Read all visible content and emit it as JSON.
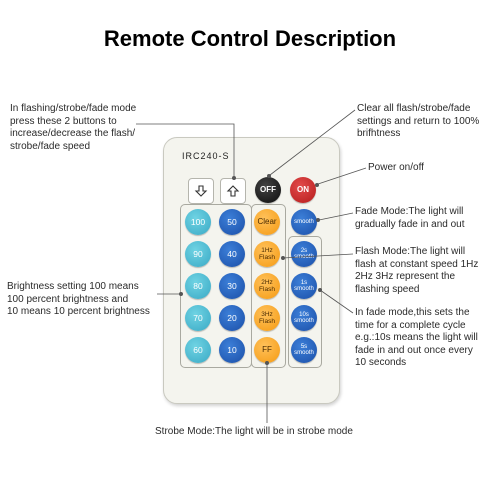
{
  "title": "Remote Control Description",
  "annotations": {
    "speed": "In flashing/strobe/fade mode\npress these 2 buttons to\nincrease/decrease the flash/\nstrobe/fade speed",
    "clear": "Clear all flash/strobe/fade\nsettings and return to 100%\nbrifhtness",
    "power": "Power on/off",
    "fade": "Fade Mode:The light will\ngradually fade in and out",
    "flash": "Flash Mode:The light will\nflash at constant speed 1Hz\n2Hz 3Hz represent the\nflashing speed",
    "brightness": "Brightness setting 100 means\n100 percent brightness and\n10 means 10 percent brightness",
    "fadetime": "In fade mode,this sets the\ntime for a complete cycle\ne.g.:10s means the light will\nfade in and out once every\n10 seconds",
    "strobe": "Strobe Mode:The light will be in strobe mode"
  },
  "remote": {
    "model": "IRC240-S",
    "off": "OFF",
    "on": "ON",
    "brightness": [
      {
        "label": "100",
        "color": "teal"
      },
      {
        "label": "50",
        "color": "blue"
      },
      {
        "label": "90",
        "color": "teal"
      },
      {
        "label": "40",
        "color": "blue"
      },
      {
        "label": "80",
        "color": "teal"
      },
      {
        "label": "30",
        "color": "blue"
      },
      {
        "label": "70",
        "color": "teal"
      },
      {
        "label": "20",
        "color": "blue"
      },
      {
        "label": "60",
        "color": "teal"
      },
      {
        "label": "10",
        "color": "blue"
      }
    ],
    "modes": [
      "Clear",
      "1Hz\nFlash",
      "2Hz\nFlash",
      "3Hz\nFlash",
      "FF"
    ],
    "fade_buttons": [
      "smooth",
      "2s\nsmooth",
      "1s\nsmooth",
      "10s\nsmooth",
      "5s\nsmooth"
    ]
  },
  "icons": {
    "speed_down": "down-arrow-icon",
    "speed_up": "up-arrow-icon"
  },
  "colors": {
    "teal": "#4dbcd3",
    "blue": "#2a62c0",
    "orange": "#f7a627",
    "red": "#c92828",
    "black": "#111111"
  }
}
